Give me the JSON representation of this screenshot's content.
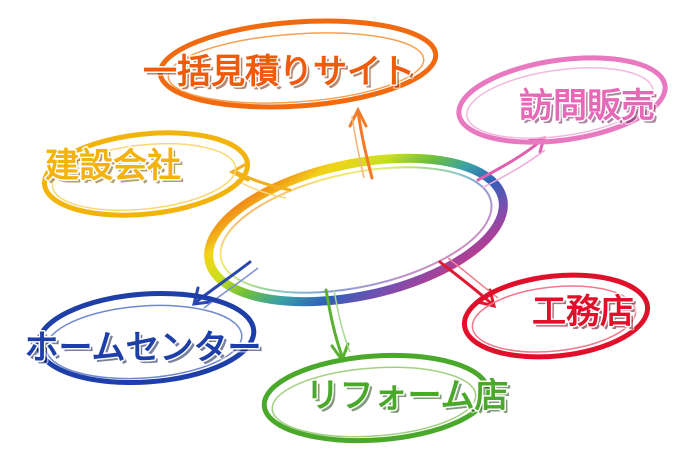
{
  "center": {
    "label": "",
    "gradient": [
      "#e8152b",
      "#f07a18",
      "#f3d31a",
      "#c9df1f",
      "#6fbf3a",
      "#3aa0a8",
      "#2f5fb8",
      "#7a4fb0",
      "#c23a8a",
      "#e8152b"
    ]
  },
  "nodes": [
    {
      "id": "ikkatsu",
      "label": "一括見積りサイト",
      "color": "#f05a0a",
      "shadow": "#7a2a00"
    },
    {
      "id": "houmon",
      "label": "訪問販売",
      "color": "#e868b8",
      "shadow": "#6a1f55"
    },
    {
      "id": "kensetsu",
      "label": "建設会社",
      "color": "#f3b20c",
      "shadow": "#7a5300"
    },
    {
      "id": "koumuten",
      "label": "工務店",
      "color": "#e0102a",
      "shadow": "#6a0010"
    },
    {
      "id": "home",
      "label": "ホームセンター",
      "color": "#1e3fa8",
      "shadow": "#0a1a50"
    },
    {
      "id": "reform",
      "label": "リフォーム店",
      "color": "#4aa82a",
      "shadow": "#1c4a0e"
    }
  ]
}
